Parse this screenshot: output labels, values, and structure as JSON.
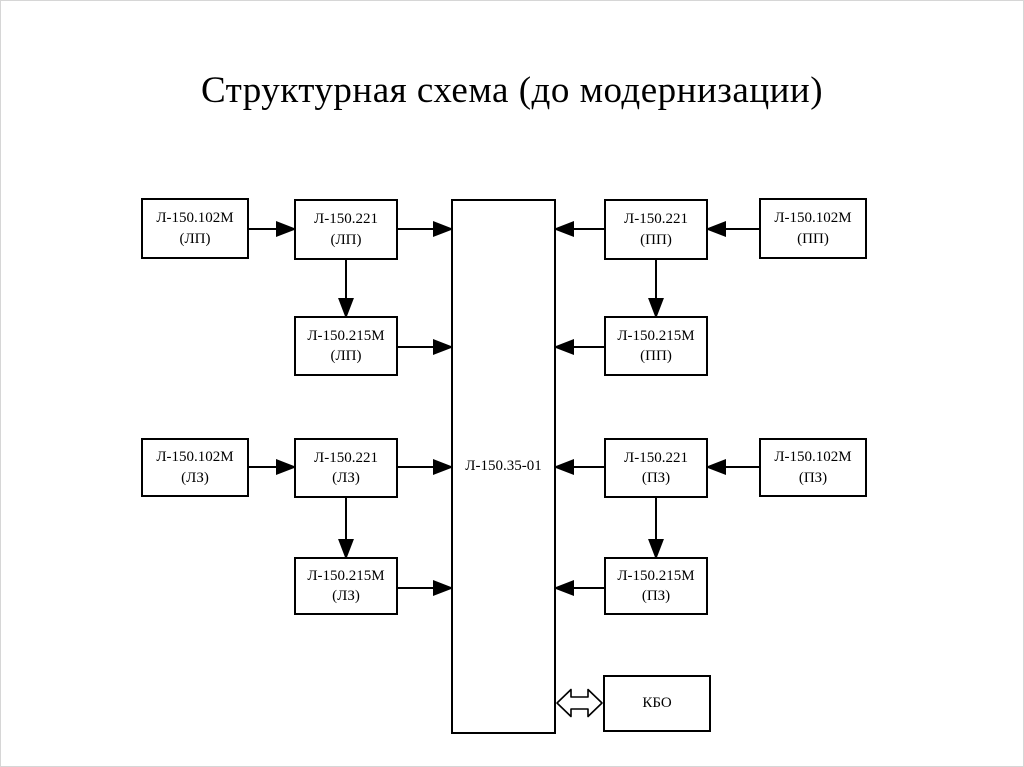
{
  "slide": {
    "title": "Структурная схема (до модернизации)"
  },
  "colors": {
    "line": "#000000",
    "text": "#000000",
    "background": "#ffffff",
    "frame": "#d6d6d6"
  },
  "diagram": {
    "center": {
      "label": "Л-150.35-01"
    },
    "kbo": {
      "label": "КБО"
    },
    "left_top": {
      "source": {
        "model": "Л-150.102М",
        "channel": "(ЛП)"
      },
      "stage1": {
        "model": "Л-150.221",
        "channel": "(ЛП)"
      },
      "stage2": {
        "model": "Л-150.215М",
        "channel": "(ЛП)"
      }
    },
    "left_bottom": {
      "source": {
        "model": "Л-150.102М",
        "channel": "(ЛЗ)"
      },
      "stage1": {
        "model": "Л-150.221",
        "channel": "(ЛЗ)"
      },
      "stage2": {
        "model": "Л-150.215М",
        "channel": "(ЛЗ)"
      }
    },
    "right_top": {
      "source": {
        "model": "Л-150.102М",
        "channel": "(ПП)"
      },
      "stage1": {
        "model": "Л-150.221",
        "channel": "(ПП)"
      },
      "stage2": {
        "model": "Л-150.215М",
        "channel": "(ПП)"
      }
    },
    "right_bottom": {
      "source": {
        "model": "Л-150.102М",
        "channel": "(ПЗ)"
      },
      "stage1": {
        "model": "Л-150.221",
        "channel": "(ПЗ)"
      },
      "stage2": {
        "model": "Л-150.215М",
        "channel": "(ПЗ)"
      }
    },
    "connections": [
      {
        "from": "left_top.source",
        "to": "left_top.stage1",
        "type": "arrow"
      },
      {
        "from": "left_top.stage1",
        "to": "center",
        "type": "arrow"
      },
      {
        "from": "left_top.stage1",
        "to": "left_top.stage2",
        "type": "arrow"
      },
      {
        "from": "left_top.stage2",
        "to": "center",
        "type": "arrow"
      },
      {
        "from": "right_top.source",
        "to": "right_top.stage1",
        "type": "arrow"
      },
      {
        "from": "right_top.stage1",
        "to": "center",
        "type": "arrow"
      },
      {
        "from": "right_top.stage1",
        "to": "right_top.stage2",
        "type": "arrow"
      },
      {
        "from": "right_top.stage2",
        "to": "center",
        "type": "arrow"
      },
      {
        "from": "left_bottom.source",
        "to": "left_bottom.stage1",
        "type": "arrow"
      },
      {
        "from": "left_bottom.stage1",
        "to": "center",
        "type": "arrow"
      },
      {
        "from": "left_bottom.stage1",
        "to": "left_bottom.stage2",
        "type": "arrow"
      },
      {
        "from": "left_bottom.stage2",
        "to": "center",
        "type": "arrow"
      },
      {
        "from": "right_bottom.source",
        "to": "right_bottom.stage1",
        "type": "arrow"
      },
      {
        "from": "right_bottom.stage1",
        "to": "center",
        "type": "arrow"
      },
      {
        "from": "right_bottom.stage1",
        "to": "right_bottom.stage2",
        "type": "arrow"
      },
      {
        "from": "right_bottom.stage2",
        "to": "center",
        "type": "arrow"
      },
      {
        "from": "center",
        "to": "kbo",
        "type": "double-arrow"
      }
    ]
  }
}
